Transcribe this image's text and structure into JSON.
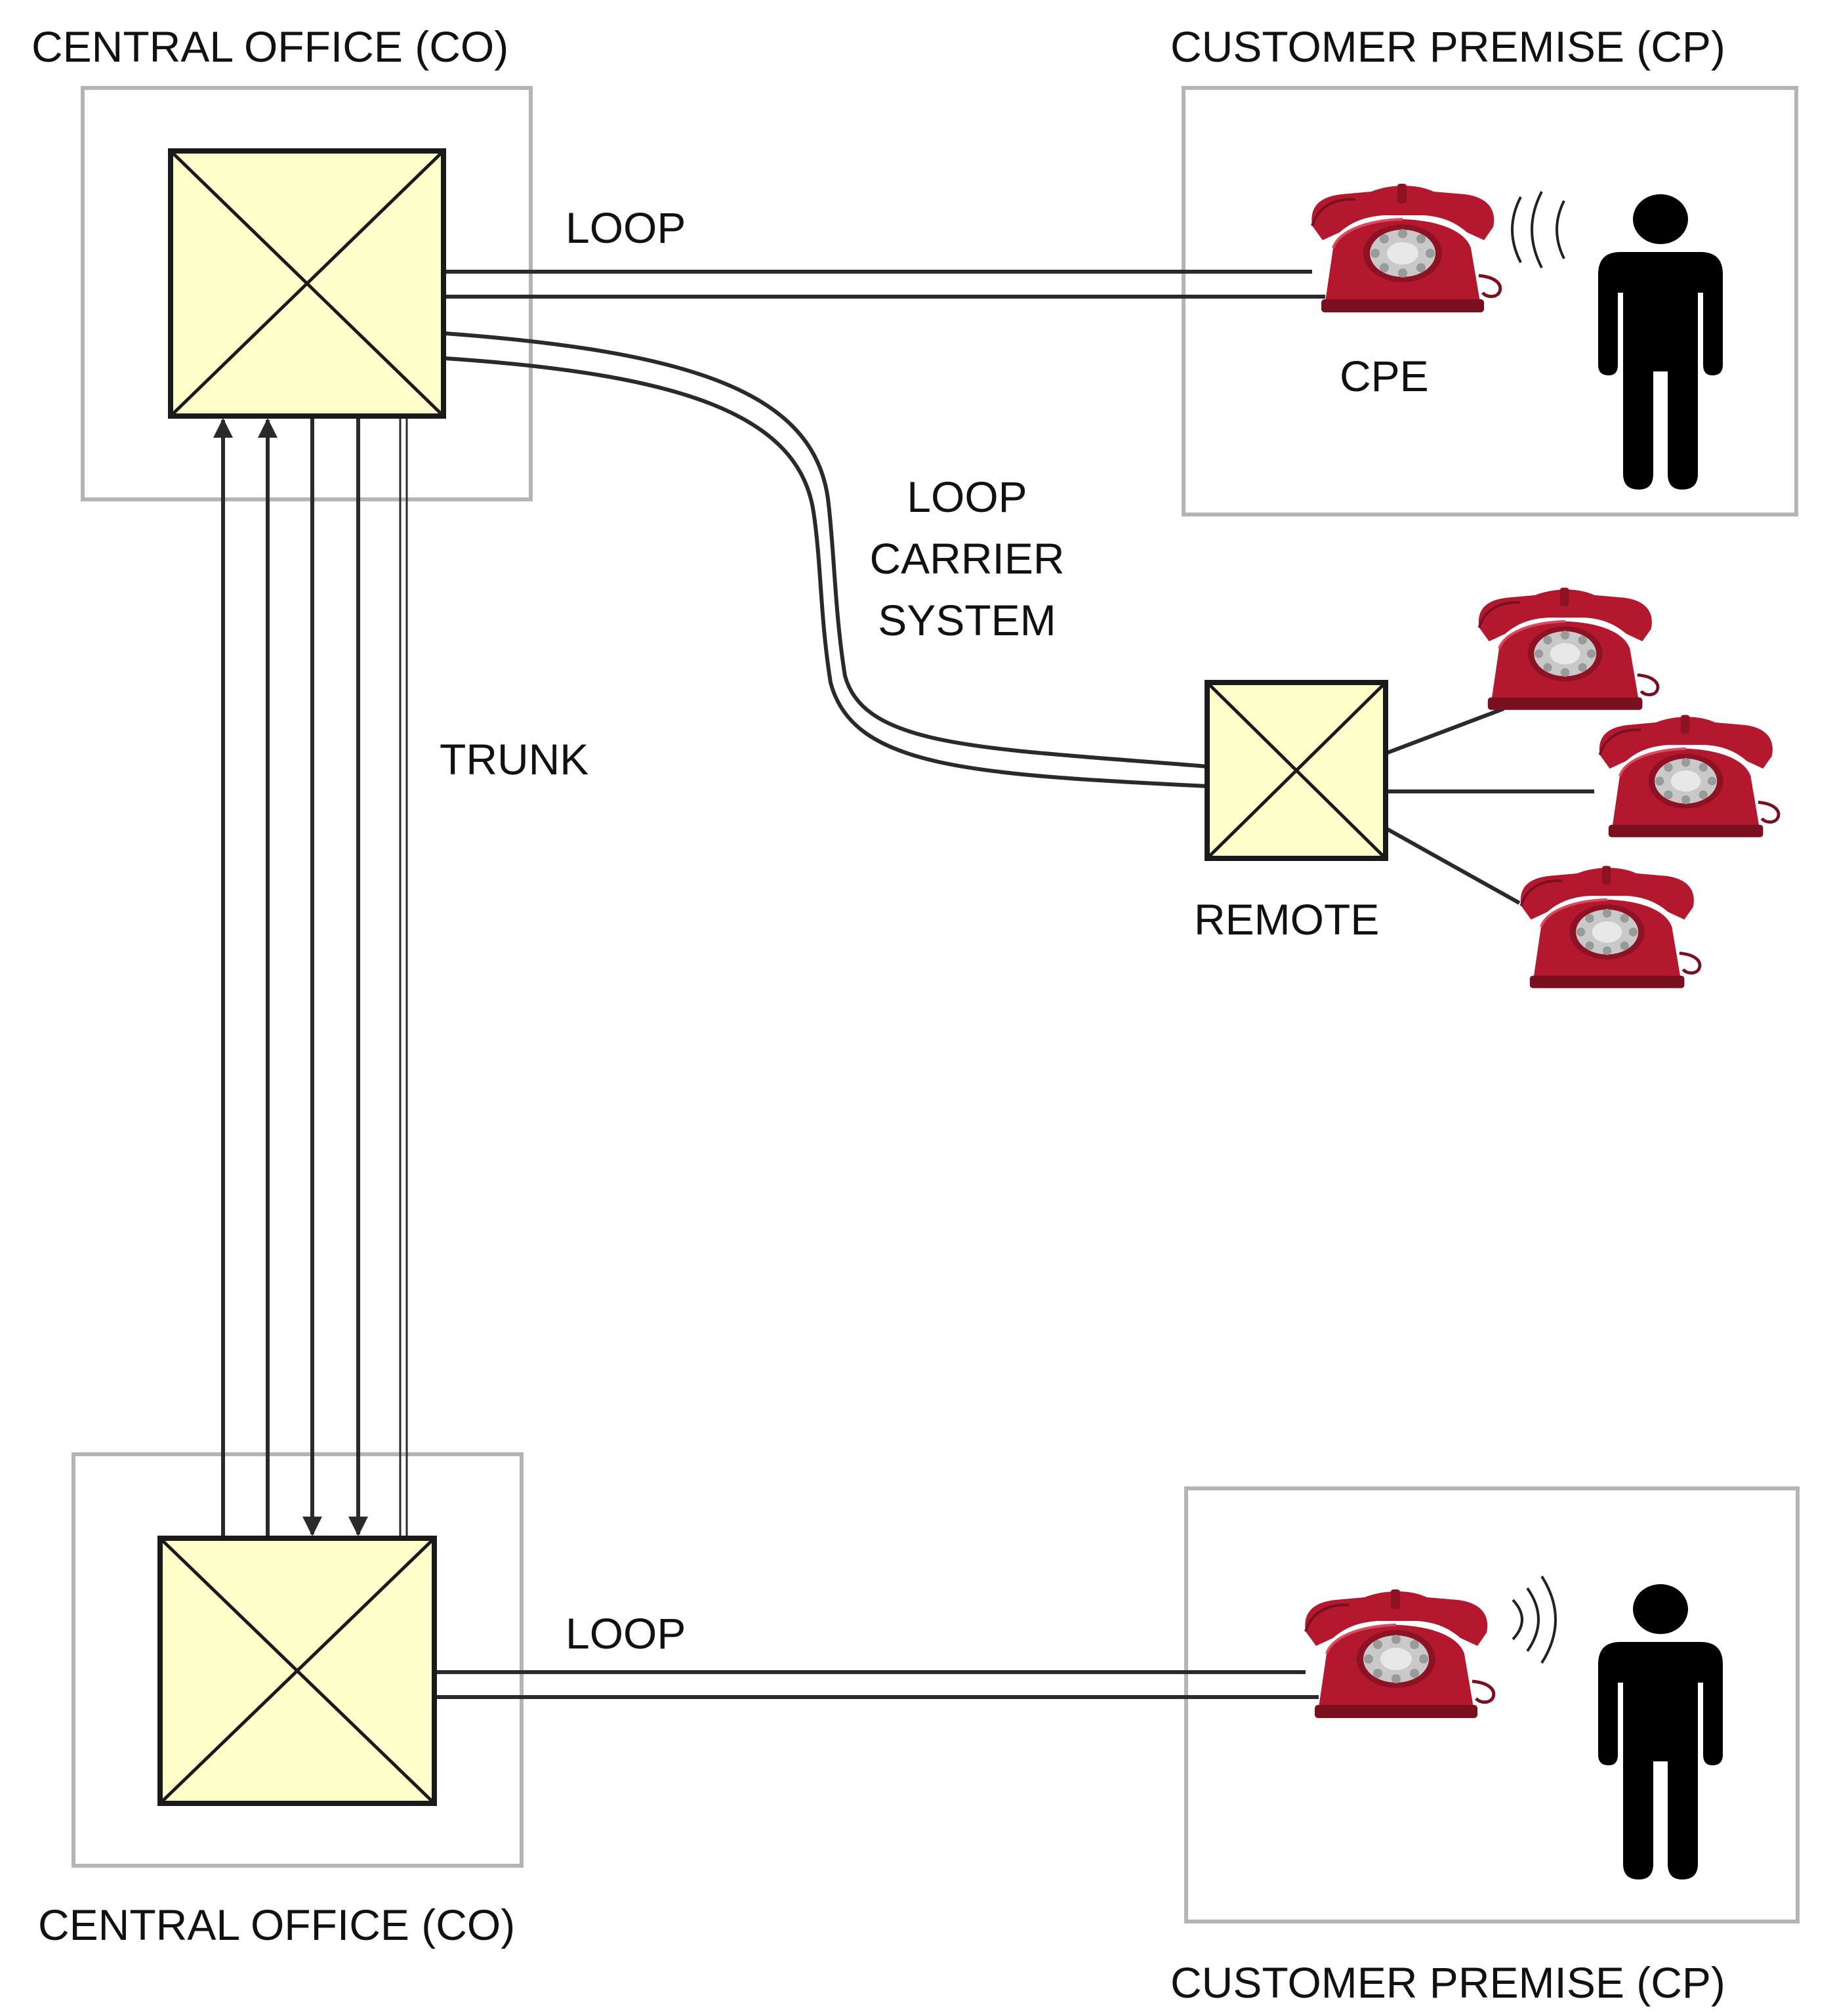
{
  "labels": {
    "co_top": "CENTRAL OFFICE (CO)",
    "cp_top": "CUSTOMER PREMISE (CP)",
    "loop_top": "LOOP",
    "cpe": "CPE",
    "loop_carrier_line1": "LOOP",
    "loop_carrier_line2": "CARRIER",
    "loop_carrier_line3": "SYSTEM",
    "trunk": "TRUNK",
    "remote": "REMOTE",
    "co_bottom": "CENTRAL OFFICE (CO)",
    "loop_bottom": "LOOP",
    "cp_bottom": "CUSTOMER PREMISE (CP)"
  },
  "icons": {
    "switch": "switch-icon",
    "telephone": "rotary-telephone-icon",
    "person": "person-icon",
    "ringing": "sound-waves-icon"
  },
  "colors": {
    "switch_fill": "#ffffcc",
    "area_border": "#b4b4b4",
    "wire": "#2a2a2a",
    "telephone": "#a3162c",
    "person": "#000000"
  }
}
